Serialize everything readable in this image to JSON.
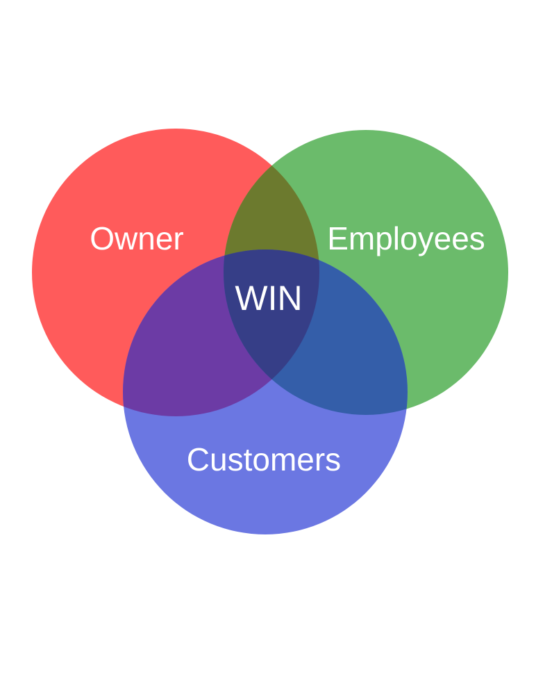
{
  "diagram": {
    "type": "venn",
    "sets": [
      {
        "key": "owner",
        "label": "Owner",
        "color": "#ff5b5b"
      },
      {
        "key": "employees",
        "label": "Employees",
        "color": "#6bbb6b"
      },
      {
        "key": "customers",
        "label": "Customers",
        "color": "#6b77e2"
      }
    ],
    "intersection_label": "WIN",
    "overlaps": {
      "owner_employees": "#6c7a2e",
      "owner_customers": "#6c3ba5",
      "employees_customers": "#345ea9",
      "all": "#363e87"
    }
  }
}
